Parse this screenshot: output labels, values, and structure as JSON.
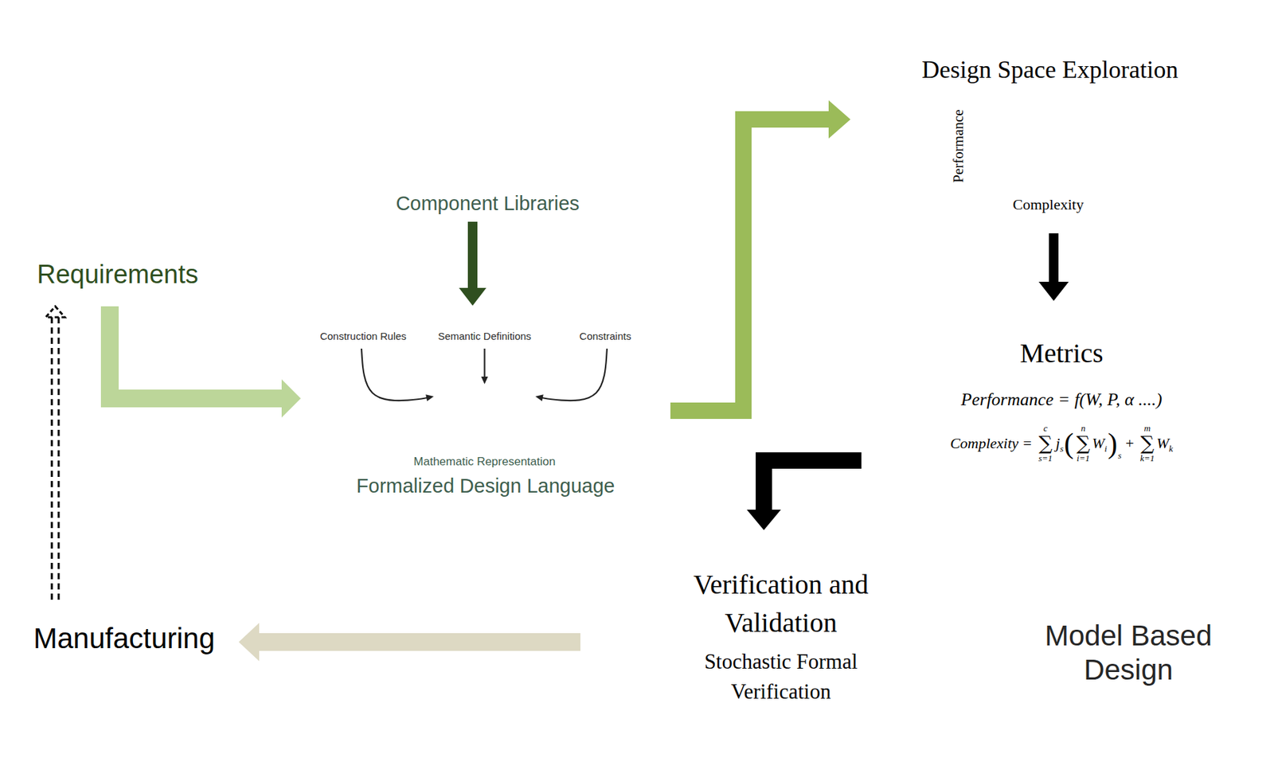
{
  "diagram": {
    "nodes": [
      {
        "text": [
          "Requirements"
        ]
      },
      {
        "text": [
          "Component Libraries"
        ]
      },
      {
        "text": [
          "Formalized Design Language"
        ]
      },
      {
        "text": [
          "Construction Rules"
        ],
        "in": 2
      },
      {
        "text": [
          "Semantic Definitions"
        ],
        "in": 2
      },
      {
        "text": [
          "Constraints"
        ],
        "in": 2
      },
      {
        "text": [
          "Mathematic Representation"
        ],
        "in": 2
      },
      {
        "text": [
          "Design Space Exploration",
          "Performance",
          "Complexity"
        ]
      },
      {
        "text": [
          "Metrics",
          "Performance = f(W, P, α ....)",
          "Complexity =",
          "c",
          "∑",
          "s=1",
          "j",
          "s",
          "(",
          "n",
          "∑",
          "i=1",
          "W",
          "i",
          ")",
          "s",
          "+",
          "m",
          "∑",
          "k=1",
          "W",
          "k"
        ]
      },
      {
        "text": [
          "Verification and Validation",
          "Stochastic Formal Verification"
        ]
      },
      {
        "text": [
          "Model Based Design"
        ]
      },
      {
        "text": [
          "Manufacturing"
        ]
      }
    ],
    "edges": [
      {
        "from": 0,
        "to": 2,
        "arrow": "to"
      },
      {
        "from": 1,
        "to": 2,
        "arrow": "to"
      },
      {
        "from": 3,
        "to": 6,
        "arrow": "to"
      },
      {
        "from": 4,
        "to": 6,
        "arrow": "to"
      },
      {
        "from": 5,
        "to": 6,
        "arrow": "to"
      },
      {
        "from": 2,
        "to": 7,
        "arrow": "to"
      },
      {
        "from": 7,
        "to": 8,
        "arrow": "to"
      },
      {
        "from": 8,
        "to": 9,
        "arrow": "to"
      },
      {
        "from": 9,
        "to": 11,
        "arrow": "to"
      },
      {
        "from": 11,
        "to": 0,
        "arrow": "to"
      }
    ]
  }
}
